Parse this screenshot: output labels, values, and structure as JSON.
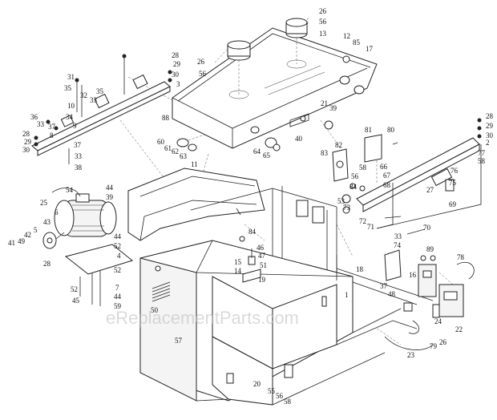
{
  "watermark": "eReplacementParts.com",
  "callouts": [
    {
      "id": "c26a",
      "text": "26"
    },
    {
      "id": "c56a",
      "text": "56"
    },
    {
      "id": "c13",
      "text": "13"
    },
    {
      "id": "c12",
      "text": "12"
    },
    {
      "id": "c85",
      "text": "85"
    },
    {
      "id": "c17",
      "text": "17"
    },
    {
      "id": "c26b",
      "text": "26"
    },
    {
      "id": "c56b",
      "text": "56"
    },
    {
      "id": "c28a",
      "text": "28"
    },
    {
      "id": "c29a",
      "text": "29"
    },
    {
      "id": "c30a",
      "text": "30"
    },
    {
      "id": "c3a",
      "text": "3"
    },
    {
      "id": "c31",
      "text": "31"
    },
    {
      "id": "c35a",
      "text": "35"
    },
    {
      "id": "c35b",
      "text": "35"
    },
    {
      "id": "c32",
      "text": "32"
    },
    {
      "id": "c10",
      "text": "10"
    },
    {
      "id": "c33a",
      "text": "33"
    },
    {
      "id": "c34",
      "text": "34"
    },
    {
      "id": "c9",
      "text": "9"
    },
    {
      "id": "c36",
      "text": "36"
    },
    {
      "id": "c33b",
      "text": "33"
    },
    {
      "id": "c37a",
      "text": "37"
    },
    {
      "id": "c28b",
      "text": "28"
    },
    {
      "id": "c8",
      "text": "8"
    },
    {
      "id": "c29b",
      "text": "29"
    },
    {
      "id": "c30b",
      "text": "30"
    },
    {
      "id": "c37b",
      "text": "37"
    },
    {
      "id": "c33c",
      "text": "33"
    },
    {
      "id": "c38",
      "text": "38"
    },
    {
      "id": "c88",
      "text": "88"
    },
    {
      "id": "c21",
      "text": "21"
    },
    {
      "id": "c39a",
      "text": "39"
    },
    {
      "id": "c40",
      "text": "40"
    },
    {
      "id": "c60",
      "text": "60"
    },
    {
      "id": "c61",
      "text": "61"
    },
    {
      "id": "c62",
      "text": "62"
    },
    {
      "id": "c63",
      "text": "63"
    },
    {
      "id": "c64",
      "text": "64"
    },
    {
      "id": "c65",
      "text": "65"
    },
    {
      "id": "c11",
      "text": "11"
    },
    {
      "id": "c81",
      "text": "81"
    },
    {
      "id": "c80",
      "text": "80"
    },
    {
      "id": "c28c",
      "text": "28"
    },
    {
      "id": "c29c",
      "text": "29"
    },
    {
      "id": "c30c",
      "text": "30"
    },
    {
      "id": "c2",
      "text": "2"
    },
    {
      "id": "c77",
      "text": "77"
    },
    {
      "id": "c58a",
      "text": "58"
    },
    {
      "id": "c83",
      "text": "83"
    },
    {
      "id": "c82",
      "text": "82"
    },
    {
      "id": "c58b",
      "text": "58"
    },
    {
      "id": "c66",
      "text": "66"
    },
    {
      "id": "c56c",
      "text": "56"
    },
    {
      "id": "c67",
      "text": "67"
    },
    {
      "id": "c68",
      "text": "68"
    },
    {
      "id": "c84a",
      "text": "84"
    },
    {
      "id": "c76",
      "text": "76"
    },
    {
      "id": "c75",
      "text": "75"
    },
    {
      "id": "c27a",
      "text": "27"
    },
    {
      "id": "c53",
      "text": "53"
    },
    {
      "id": "c73",
      "text": "73"
    },
    {
      "id": "c72",
      "text": "72"
    },
    {
      "id": "c71",
      "text": "71"
    },
    {
      "id": "c69",
      "text": "69"
    },
    {
      "id": "c70",
      "text": "70"
    },
    {
      "id": "c54",
      "text": "54"
    },
    {
      "id": "c44a",
      "text": "44"
    },
    {
      "id": "c39b",
      "text": "39"
    },
    {
      "id": "c25",
      "text": "25"
    },
    {
      "id": "c6",
      "text": "6"
    },
    {
      "id": "c43",
      "text": "43"
    },
    {
      "id": "c5",
      "text": "5"
    },
    {
      "id": "c42",
      "text": "42"
    },
    {
      "id": "c41",
      "text": "41"
    },
    {
      "id": "c49",
      "text": "49"
    },
    {
      "id": "c44b",
      "text": "44"
    },
    {
      "id": "c52a",
      "text": "52"
    },
    {
      "id": "c4",
      "text": "4"
    },
    {
      "id": "c52b",
      "text": "52"
    },
    {
      "id": "c28d",
      "text": "28"
    },
    {
      "id": "c52c",
      "text": "52"
    },
    {
      "id": "c7",
      "text": "7"
    },
    {
      "id": "c45",
      "text": "45"
    },
    {
      "id": "c44c",
      "text": "44"
    },
    {
      "id": "c59",
      "text": "59"
    },
    {
      "id": "c84b",
      "text": "84"
    },
    {
      "id": "c46",
      "text": "46"
    },
    {
      "id": "c47",
      "text": "47"
    },
    {
      "id": "c15",
      "text": "15"
    },
    {
      "id": "c51",
      "text": "51"
    },
    {
      "id": "c14",
      "text": "14"
    },
    {
      "id": "c19",
      "text": "19"
    },
    {
      "id": "c33d",
      "text": "33"
    },
    {
      "id": "c74",
      "text": "74"
    },
    {
      "id": "c18",
      "text": "18"
    },
    {
      "id": "c89",
      "text": "89"
    },
    {
      "id": "c78",
      "text": "78"
    },
    {
      "id": "c16",
      "text": "16"
    },
    {
      "id": "c37c",
      "text": "37"
    },
    {
      "id": "c48",
      "text": "48"
    },
    {
      "id": "c1",
      "text": "1"
    },
    {
      "id": "c24",
      "text": "24"
    },
    {
      "id": "c22",
      "text": "22"
    },
    {
      "id": "c50",
      "text": "50"
    },
    {
      "id": "c57",
      "text": "57"
    },
    {
      "id": "c26c",
      "text": "26"
    },
    {
      "id": "c79",
      "text": "79"
    },
    {
      "id": "c23",
      "text": "23"
    },
    {
      "id": "c20",
      "text": "20"
    },
    {
      "id": "c55",
      "text": "55"
    },
    {
      "id": "c56d",
      "text": "56"
    },
    {
      "id": "c58c",
      "text": "58"
    }
  ]
}
